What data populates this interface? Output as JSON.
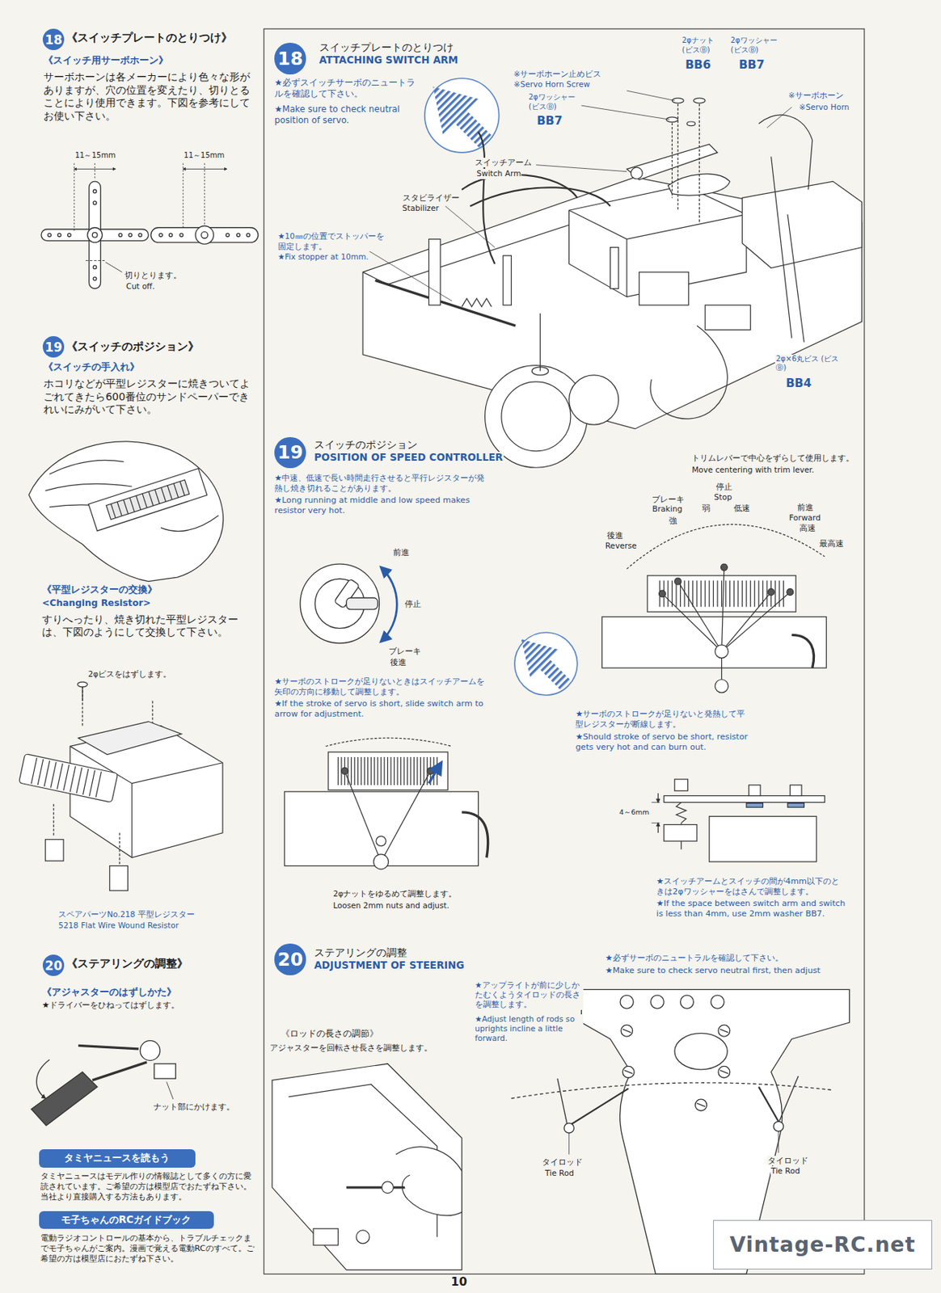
{
  "diagram": {
    "nodes": [
      {
        "text": [
          "18"
        ]
      },
      {
        "text": [
          "19"
        ]
      },
      {
        "text": [
          "20"
        ]
      },
      {
        "text": [
          "タミヤニュースを読もう"
        ]
      },
      {
        "text": [
          "モ子ちゃんのRCガイドブック"
        ]
      },
      {
        "text": [
          "18"
        ]
      },
      {
        "text": [
          "19"
        ]
      },
      {
        "text": [
          "20"
        ]
      },
      {
        "text": [
          "Vintage-RC.net"
        ]
      }
    ],
    "labels": [
      "《スイッチプレートのとりつけ》",
      "《スイッチ用サーボホーン》",
      "サーボホーンは各メーカーにより色々な形がありますが、穴の位置を変えたり、切りとることにより使用できます。下図を参考にしてお使い下さい。",
      "11～15mm",
      "11～15mm",
      "切りとります。",
      "Cut off.",
      "《スイッチのポジション》",
      "《スイッチの手入れ》",
      "ホコリなどが平型レジスターに焼きついてよごれてきたら600番位のサンドペーパーできれいにみがいて下さい。",
      "《平型レジスターの交換》",
      "<Changing Resistor>",
      "すりへったり、焼き切れた平型レジスターは、下図のようにして交換して下さい。",
      "2φビスをはずします。",
      "スペアパーツNo.218 平型レジスター",
      "5218 Flat Wire Wound Resistor",
      "《ステアリングの調整》",
      "《アジャスターのはずしかた》",
      "★ドライバーをひねってはずします。",
      "ナット部にかけます。",
      "タミヤニュースはモデル作りの情報誌として多くの方に愛読されています。ご希望の方は模型店でおたずね下さい。当社より直接購入する方法もあります。",
      "電動ラジオコントロールの基本から、トラブルチェックまでモ子ちゃんがご案内。漫画で覚える電動RCのすべて。ご希望の方は模型店におたずね下さい。",
      "スイッチプレートのとりつけ",
      "ATTACHING SWITCH ARM",
      "★必ずスイッチサーボのニュートラルを確認して下さい。",
      "★Make sure to check neutral position of servo.",
      "2φナット (ビスⒷ)",
      "BB6",
      "2φワッシャー (ビスⒷ)",
      "BB7",
      "※サーボホーン止めビス",
      "※Servo Horn Screw",
      "2φワッシャー (ビスⒷ)",
      "BB7",
      "※サーボホーン",
      "※Servo Horn",
      "スイッチアーム",
      "Switch Arm",
      "スタビライザー",
      "Stabilizer",
      "★10㎜の位置でストッパーを固定します。",
      "★Fix stopper at 10mm.",
      "2φ×6丸ビス (ビスⒷ)",
      "BB4",
      "スイッチのポジション",
      "POSITION OF SPEED CONTROLLER",
      "★中速、低速で長い時間走行させると平行レジスターが発熱し焼き切れることがあります。",
      "★Long running at middle and low speed makes resistor very hot.",
      "前進",
      "停止",
      "ブレーキ",
      "後進",
      "★サーボのストロークが足りないときはスイッチアームを矢印の方向に移動して調整します。",
      "★If the stroke of servo is short, slide switch arm to arrow for adjustment.",
      "2φナットをゆるめて調整します。",
      "Loosen 2mm nuts and adjust.",
      "トリムレバーで中心をずらして使用します。",
      "Move centering with trim lever.",
      "停止",
      "Stop",
      "弱",
      "低速",
      "ブレーキ",
      "Braking",
      "強",
      "前進",
      "Forward",
      "高速",
      "最高速",
      "後進",
      "Reverse",
      "★サーボのストロークが足りないと発熱して平型レジスターが断線します。",
      "★Should stroke of servo be short, resistor gets very hot and can burn out.",
      "4～6mm",
      "★スイッチアームとスイッチの間が4mm以下のときは2φワッシャーをはさんで調整します。",
      "★If the space between switch arm and switch is less than 4mm, use 2mm washer BB7.",
      "ステアリングの調整",
      "ADJUSTMENT OF STEERING",
      "★必ずサーボのニュートラルを確認して下さい。",
      "★Make sure to check servo neutral first, then adjust",
      "★アップライトが前に少しかたむくようタイロッドの長さを調整します。",
      "★Adjust length of rods so uprights incline a little forward.",
      "《ロッドの長さの調節》",
      "アジャスターを回転させ長さを調整します。",
      "タイロッド",
      "Tie Rod",
      "タイロッド",
      "Tie Rod",
      "10"
    ]
  }
}
